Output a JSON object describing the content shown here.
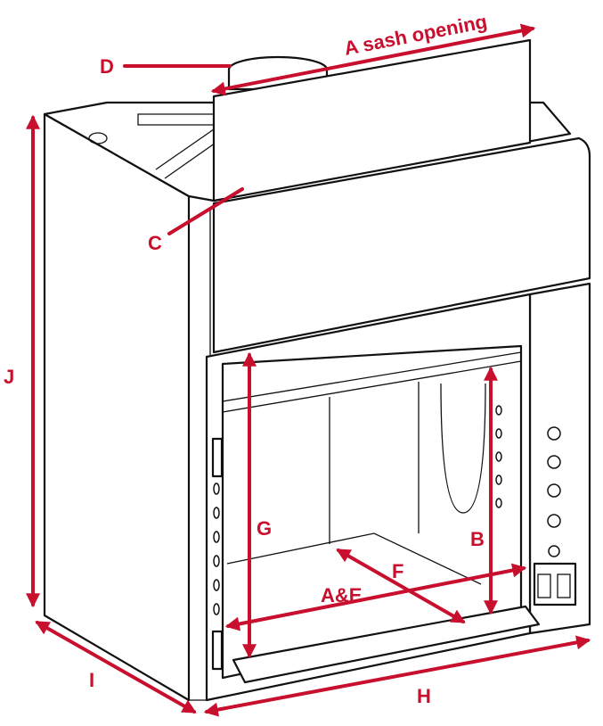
{
  "labels": {
    "a": "A sash opening",
    "b": "B",
    "c": "C",
    "d": "D",
    "ae": "A&E",
    "f": "F",
    "g": "G",
    "h": "H",
    "i": "I",
    "j": "J"
  },
  "colors": {
    "dimension": "#c8102e",
    "outline": "#111111",
    "background": "#ffffff"
  }
}
